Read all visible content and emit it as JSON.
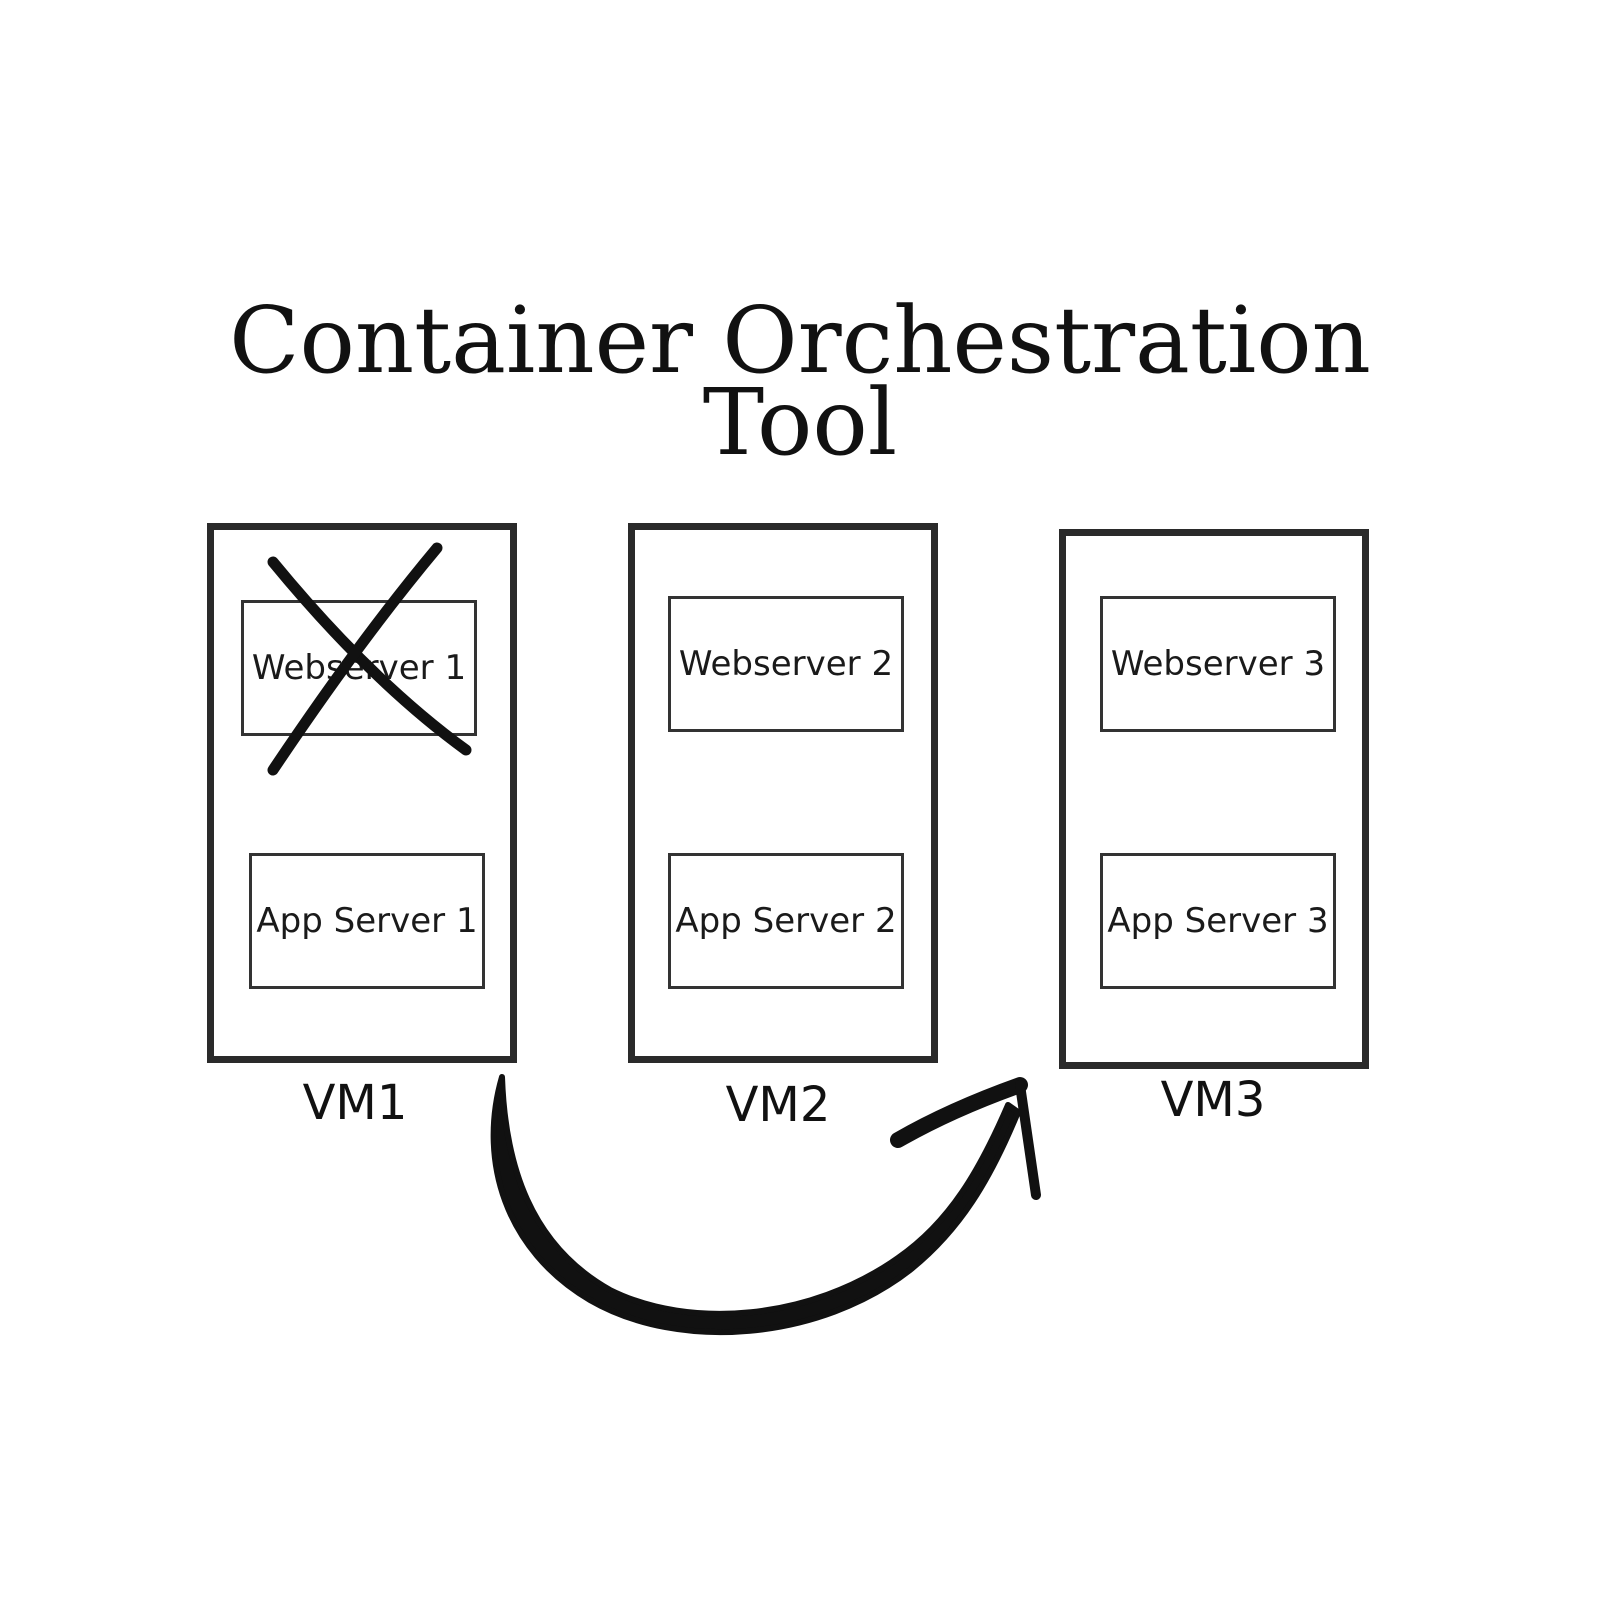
{
  "title": {
    "line1": "Container Orchestration",
    "line2": "Tool"
  },
  "vms": [
    {
      "label": "VM1",
      "webserver": "Webserver 1",
      "app_server": "App Server 1",
      "webserver_failed": true
    },
    {
      "label": "VM2",
      "webserver": "Webserver 2",
      "app_server": "App Server 2",
      "webserver_failed": false
    },
    {
      "label": "VM3",
      "webserver": "Webserver 3",
      "app_server": "App Server 3",
      "webserver_failed": false
    }
  ],
  "icons": {
    "failure_mark": "x-cross-icon",
    "migration": "curved-arrow-icon"
  },
  "colors": {
    "stroke": "#111111",
    "background": "#ffffff"
  }
}
